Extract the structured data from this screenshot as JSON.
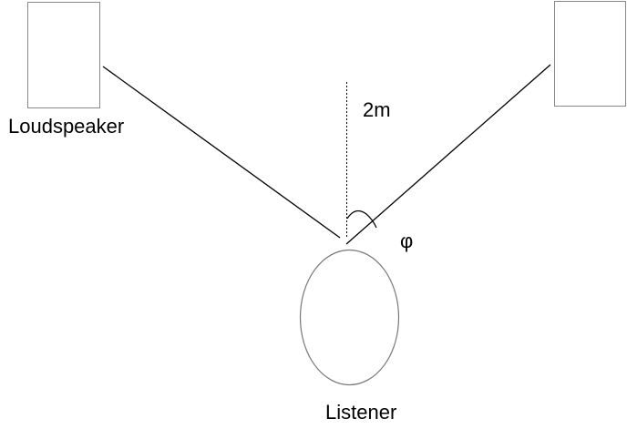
{
  "labels": {
    "speaker": "Loudspeaker",
    "distance": "2m",
    "angle": "φ",
    "listener": "Listener"
  },
  "colors": {
    "line": "#000000",
    "box_stroke": "#888888",
    "listener_stroke": "#777777",
    "background": "#ffffff"
  }
}
